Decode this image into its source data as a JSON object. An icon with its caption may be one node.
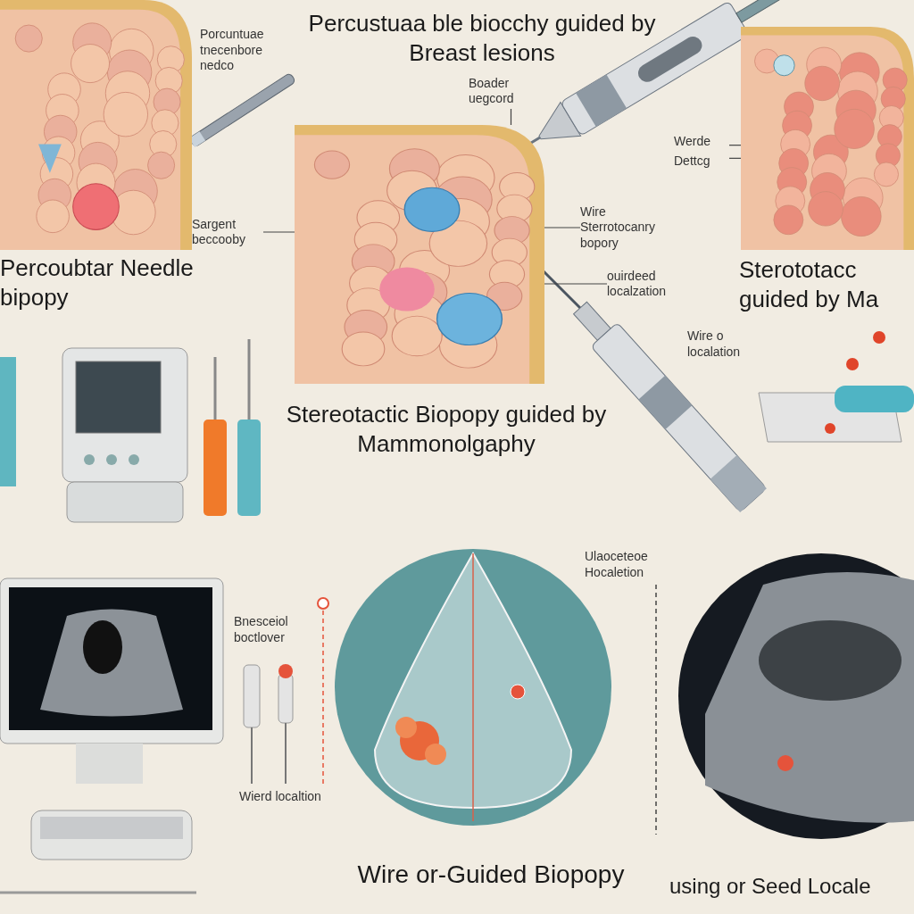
{
  "diagram": {
    "title": "Percustuaa ble biocchy guided by Breast lesions",
    "nodes": [
      {
        "text": [],
        "shape": "picture",
        "beside": [
          "Percoubtar Needle bipopy"
        ]
      },
      {
        "text": [
          "Sargent beccooby"
        ]
      },
      {
        "text": [],
        "shape": "picture",
        "beside": [
          "Stereotactic Biopopy guided by Mammonolgaphy"
        ]
      },
      {
        "text": [
          "Boader uegcord"
        ]
      },
      {
        "text": [
          "Wire Sterrotocanry bopory"
        ]
      },
      {
        "text": [
          "ouirdeed localzation"
        ]
      },
      {
        "text": [
          "Werde",
          "Dettcg"
        ]
      },
      {
        "text": [],
        "shape": "picture",
        "beside": [
          "Sterototacc guided by Ma"
        ]
      }
    ],
    "edges": [
      {
        "from": 1,
        "to": 2,
        "arrow": "none"
      },
      {
        "from": 3,
        "to": 2,
        "arrow": "none"
      },
      {
        "from": 4,
        "to": 2,
        "arrow": "none"
      },
      {
        "from": 5,
        "to": 2,
        "arrow": "none"
      },
      {
        "from": 6,
        "to": 7,
        "arrow": "none"
      },
      {
        "from": 6,
        "to": 7,
        "arrow": "none"
      }
    ],
    "labels": [
      "Porcuntuae tnecenbore nedco",
      "Wire o localation",
      "Bnesceiol boctlover",
      "Ulaoceteoe Hocaletion",
      "Wierd localtion",
      "Wire or-Guided Biopopy",
      "using or Seed Locale"
    ]
  }
}
